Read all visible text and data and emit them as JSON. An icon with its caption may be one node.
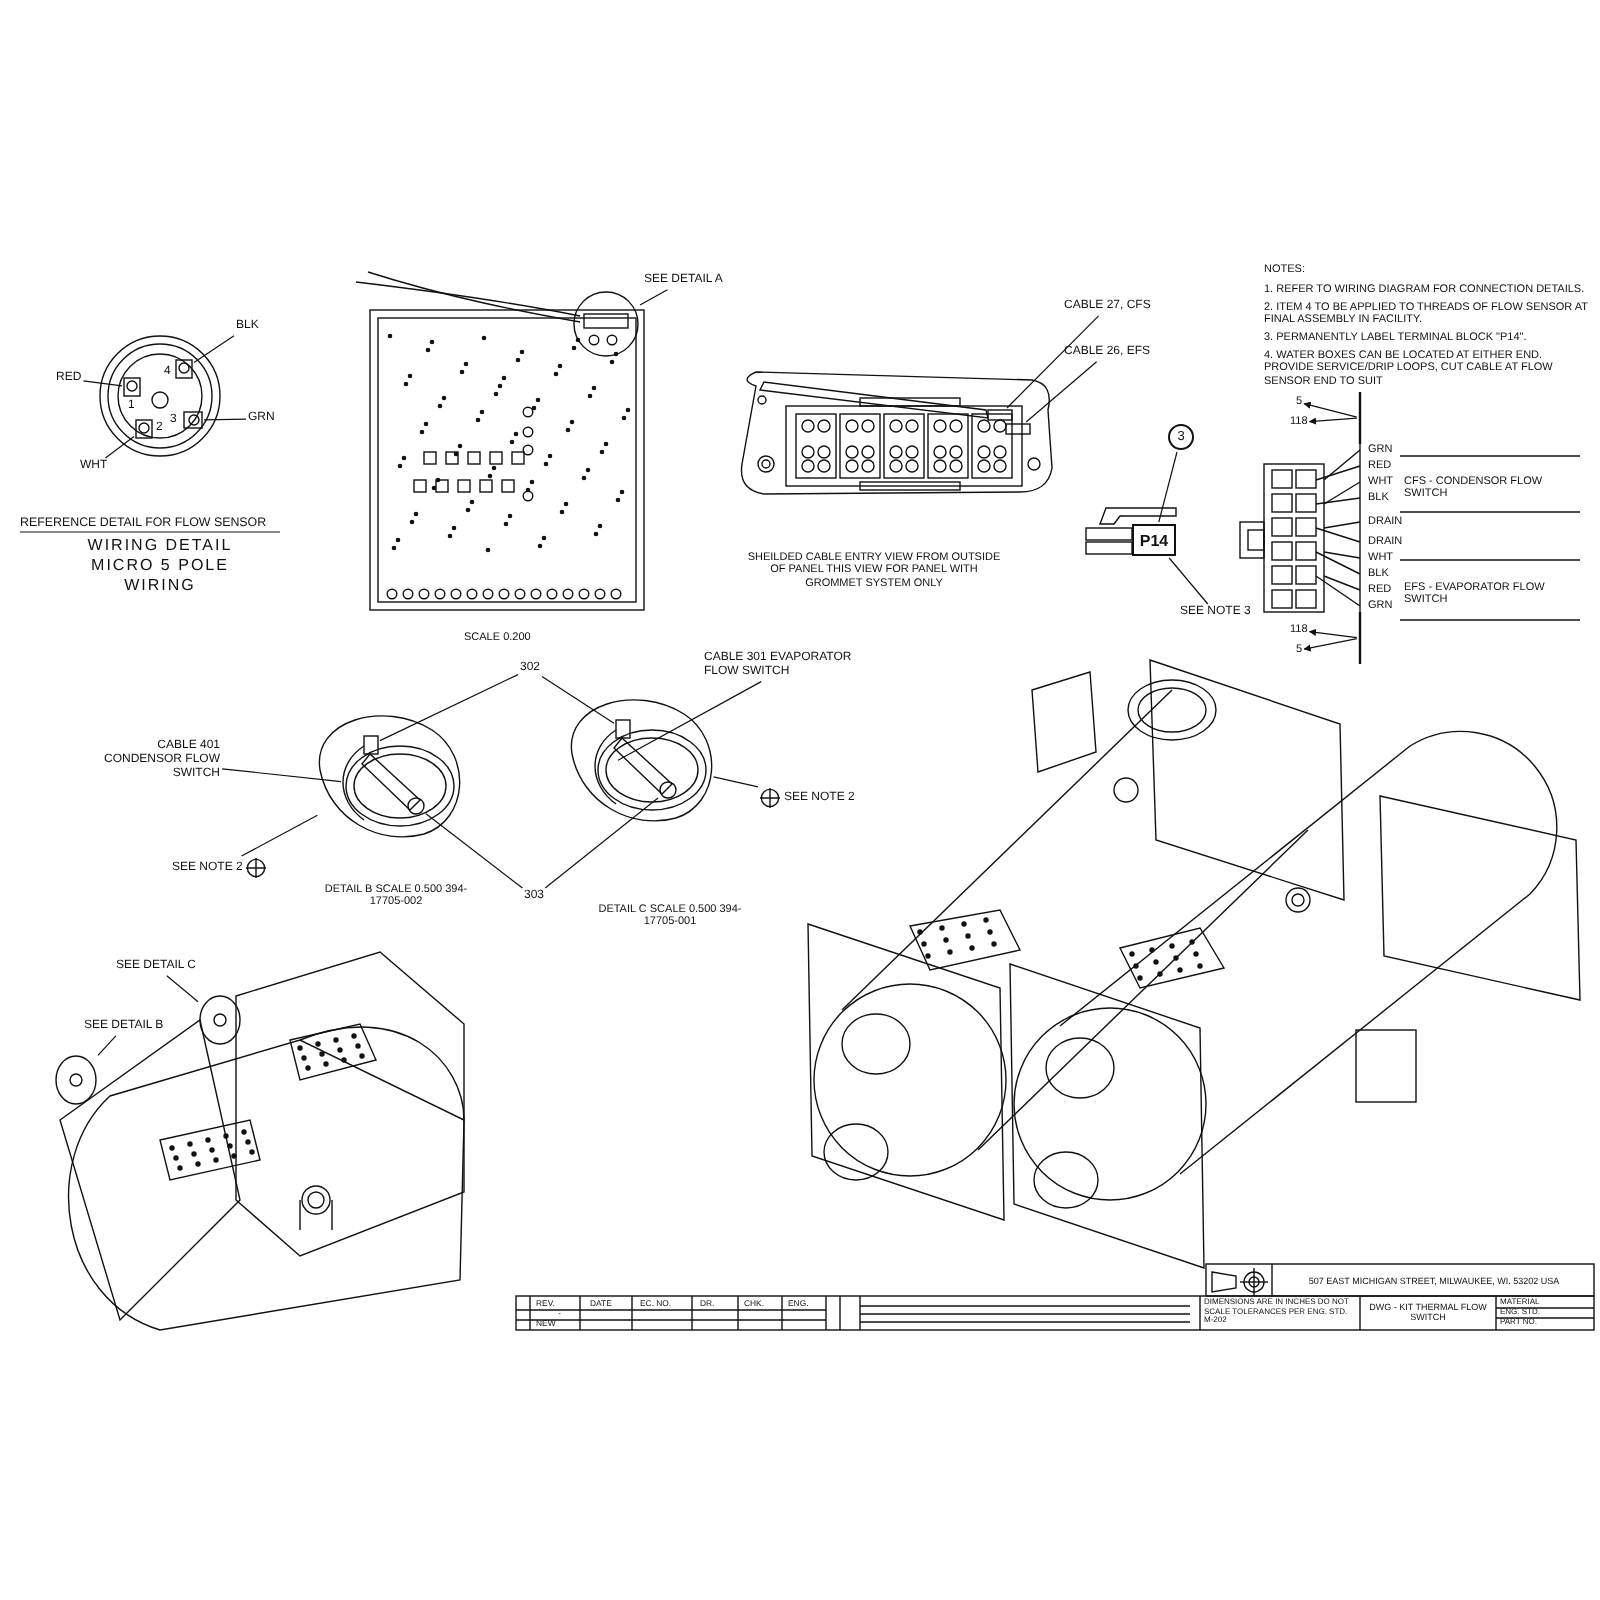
{
  "diagram": {
    "nodes": [
      {
        "text": [
          "BLK"
        ]
      },
      {
        "text": [
          "RED"
        ]
      },
      {
        "text": [
          "GRN"
        ]
      },
      {
        "text": [
          "WHT"
        ]
      },
      {
        "text": [
          "SEE DETAIL A"
        ]
      },
      {
        "text": [
          "CABLE 27, CFS"
        ]
      },
      {
        "text": [
          "CABLE 26, EFS"
        ]
      },
      {
        "text": [
          "3"
        ]
      },
      {
        "text": [
          "P14"
        ]
      },
      {
        "text": [
          "SEE NOTE 3"
        ]
      },
      {
        "text": [
          "5"
        ]
      },
      {
        "text": [
          "118"
        ]
      },
      {
        "text": [
          "118"
        ]
      },
      {
        "text": [
          "5"
        ]
      },
      {
        "text": [
          "CABLE 401 CONDENSOR FLOW SWITCH"
        ]
      },
      {
        "text": [
          "302"
        ]
      },
      {
        "text": [
          "CABLE 301 EVAPORATOR FLOW SWITCH"
        ]
      },
      {
        "text": [
          "303"
        ]
      },
      {
        "text": [
          "SEE NOTE 2"
        ]
      },
      {
        "text": [
          "SEE NOTE 2"
        ]
      },
      {
        "text": [
          "SEE DETAIL C"
        ]
      },
      {
        "text": [
          "SEE DETAIL B"
        ]
      },
      {
        "text": [],
        "shape": "box"
      },
      {
        "text": [],
        "shape": "box"
      },
      {
        "text": [],
        "shape": "box"
      },
      {
        "text": [],
        "shape": "box"
      },
      {
        "text": [],
        "shape": "circle"
      },
      {
        "text": [],
        "shape": "box"
      },
      {
        "text": [],
        "shape": "box"
      },
      {
        "text": [],
        "shape": "picture"
      },
      {
        "text": [],
        "shape": "box",
        "in": 29
      },
      {
        "text": [],
        "shape": "picture",
        "in": 29
      },
      {
        "text": [],
        "shape": "circle",
        "in": 29
      },
      {
        "text": [],
        "shape": "picture"
      },
      {
        "text": [],
        "shape": "box",
        "in": 33
      },
      {
        "text": [],
        "shape": "picture",
        "in": 33
      },
      {
        "text": [],
        "shape": "circle",
        "in": 33
      },
      {
        "text": [],
        "shape": "picture"
      },
      {
        "text": [],
        "shape": "picture"
      },
      {
        "text": [],
        "shape": "bar"
      },
      {
        "text": [],
        "shape": "bar"
      }
    ],
    "edges": [
      {
        "from": 0,
        "to": 22,
        "arrow": "none"
      },
      {
        "from": 1,
        "to": 23,
        "arrow": "none"
      },
      {
        "from": 2,
        "to": 24,
        "arrow": "none"
      },
      {
        "from": 3,
        "to": 25,
        "arrow": "none"
      },
      {
        "from": 4,
        "to": 26,
        "arrow": "none"
      },
      {
        "from": 5,
        "to": 27,
        "arrow": "none"
      },
      {
        "from": 6,
        "to": 28,
        "arrow": "none"
      },
      {
        "from": 7,
        "to": 8,
        "arrow": "none"
      },
      {
        "from": 9,
        "to": 8,
        "arrow": "none"
      },
      {
        "from": 39,
        "to": 10,
        "arrow": "to"
      },
      {
        "from": 39,
        "to": 11,
        "arrow": "to"
      },
      {
        "from": 40,
        "to": 12,
        "arrow": "to"
      },
      {
        "from": 40,
        "to": 13,
        "arrow": "to"
      },
      {
        "from": 14,
        "to": 31,
        "arrow": "none"
      },
      {
        "from": 15,
        "to": 30,
        "arrow": "none"
      },
      {
        "from": 15,
        "to": 34,
        "arrow": "none"
      },
      {
        "from": 16,
        "to": 35,
        "arrow": "none"
      },
      {
        "from": 17,
        "to": 32,
        "arrow": "none"
      },
      {
        "from": 17,
        "to": 36,
        "arrow": "none"
      },
      {
        "from": 18,
        "to": 29,
        "arrow": "none"
      },
      {
        "from": 19,
        "to": 33,
        "arrow": "none"
      },
      {
        "from": 20,
        "to": 37,
        "arrow": "none"
      },
      {
        "from": 21,
        "to": 38,
        "arrow": "none"
      }
    ],
    "labels": [
      "4",
      "1",
      "3",
      "2",
      "REFERENCE DETAIL FOR FLOW SENSOR",
      "WIRING DETAIL MICRO 5 POLE WIRING",
      "SCALE 0.200",
      "SHEILDED CABLE ENTRY VIEW FROM OUTSIDE OF PANEL THIS VIEW FOR PANEL WITH GROMMET SYSTEM ONLY",
      "NOTES:",
      "1. REFER TO WIRING DIAGRAM FOR CONNECTION DETAILS.",
      "2. ITEM 4 TO BE APPLIED TO THREADS OF FLOW SENSOR AT FINAL ASSEMBLY IN FACILITY.",
      "3. PERMANENTLY LABEL TERMINAL BLOCK \"P14\".",
      "4. WATER BOXES CAN BE LOCATED AT EITHER END. PROVIDE SERVICE/DRIP LOOPS, CUT CABLE AT FLOW SENSOR END TO SUIT",
      "GRN",
      "RED",
      "WHT",
      "CFS - CONDENSOR FLOW SWITCH",
      "BLK",
      "DRAIN",
      "DRAIN",
      "WHT",
      "BLK",
      "EFS - EVAPORATOR FLOW SWITCH",
      "RED",
      "GRN",
      "DETAIL B SCALE 0.500 394-17705-002",
      "DETAIL C SCALE 0.500 394-17705-001",
      "507 EAST MICHIGAN STREET, MILWAUKEE, WI. 53202 USA",
      "REV.",
      "DATE",
      "EC. NO.",
      "DR.",
      "CHK.",
      "ENG.",
      "-",
      "NEW",
      "DIMENSIONS ARE IN INCHES DO NOT SCALE TOLERANCES PER ENG. STD. M-202",
      "DWG - KIT THERMAL FLOW SWITCH",
      "MATERIAL",
      "ENG. STD.",
      "PART NO."
    ]
  }
}
